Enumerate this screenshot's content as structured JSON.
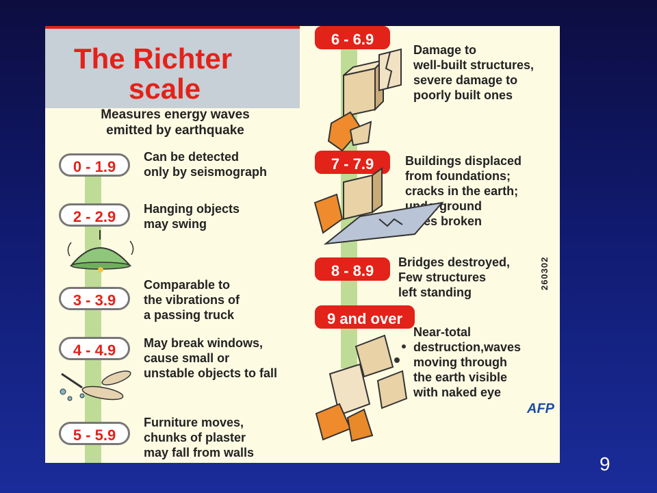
{
  "title": {
    "line1": "The Richter",
    "line2": "scale"
  },
  "subtitle": "Measures energy waves\nemitted by earthquake",
  "levels": [
    {
      "range": "0 - 1.9",
      "description": "Can be detected\nonly by seismograph"
    },
    {
      "range": "2 - 2.9",
      "description": "Hanging objects\nmay swing"
    },
    {
      "range": "3 - 3.9",
      "description": "Comparable to\nthe vibrations of\na passing truck"
    },
    {
      "range": "4 - 4.9",
      "description": "May break windows,\ncause small or\nunstable objects to fall"
    },
    {
      "range": "5 - 5.9",
      "description": "Furniture moves,\nchunks of plaster\nmay fall from walls"
    },
    {
      "range": "6 - 6.9",
      "description": "Damage to\nwell-built structures,\nsevere damage to\npoorly built ones"
    },
    {
      "range": "7 - 7.9",
      "description": "Buildings displaced\nfrom foundations;\ncracks in the earth;\n      underground\n        pipes broken"
    },
    {
      "range": "8 - 8.9",
      "description": "Bridges destroyed,\nFew structures\nleft standing"
    },
    {
      "range": "9 and over",
      "description": "Near-total\ndestruction,waves\nmoving through\nthe earth visible\nwith naked eye"
    }
  ],
  "credit": {
    "code": "260302",
    "agency": "AFP"
  },
  "page_number": "9",
  "colors": {
    "accent_red": "#e32219",
    "scale_green": "#bfdc96",
    "panel": "#fefbe3",
    "title_box": "#c7cfd7",
    "background": "#101a6e"
  }
}
